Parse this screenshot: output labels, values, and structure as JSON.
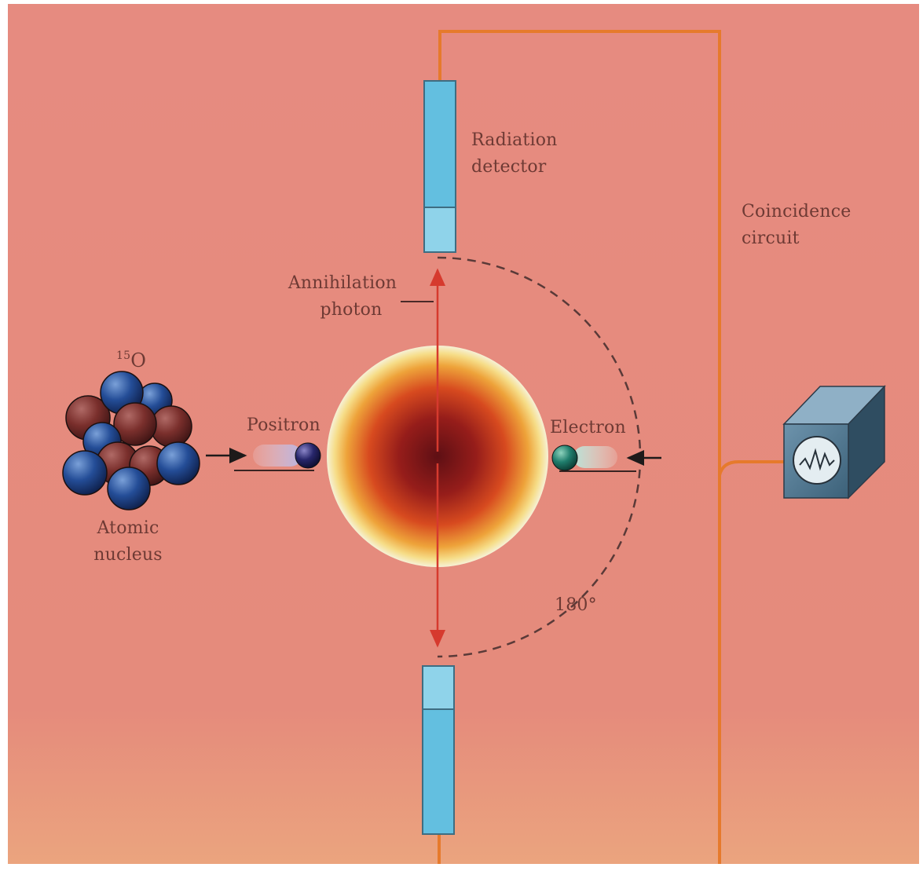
{
  "labels": {
    "radiation_detector": [
      "Radiation",
      "detector"
    ],
    "coincidence_circuit": [
      "Coincidence",
      "circuit"
    ],
    "annihilation_photon": [
      "Annihilation",
      "photon"
    ],
    "isotope": {
      "mass_number": "15",
      "element": "O"
    },
    "atomic_nucleus": [
      "Atomic",
      "nucleus"
    ],
    "positron": "Positron",
    "electron": "Electron",
    "angle": "180°"
  },
  "colors": {
    "background": "#e58a7e",
    "background_bottom": "#eaa17e",
    "wire": "#e67a2c",
    "detector": "#63bfe0",
    "proton": "#7a2f2c",
    "neutron": "#244d97",
    "photon_arrow": "#d63a2e",
    "electron": "#1f7d6c",
    "positron": "#27266b",
    "text": "#6e3a34"
  },
  "icons": {
    "detector": "radiation-detector-icon",
    "circuit": "coincidence-circuit-box-icon",
    "waveform": "waveform-icon",
    "annihilation": "annihilation-sphere-icon"
  }
}
